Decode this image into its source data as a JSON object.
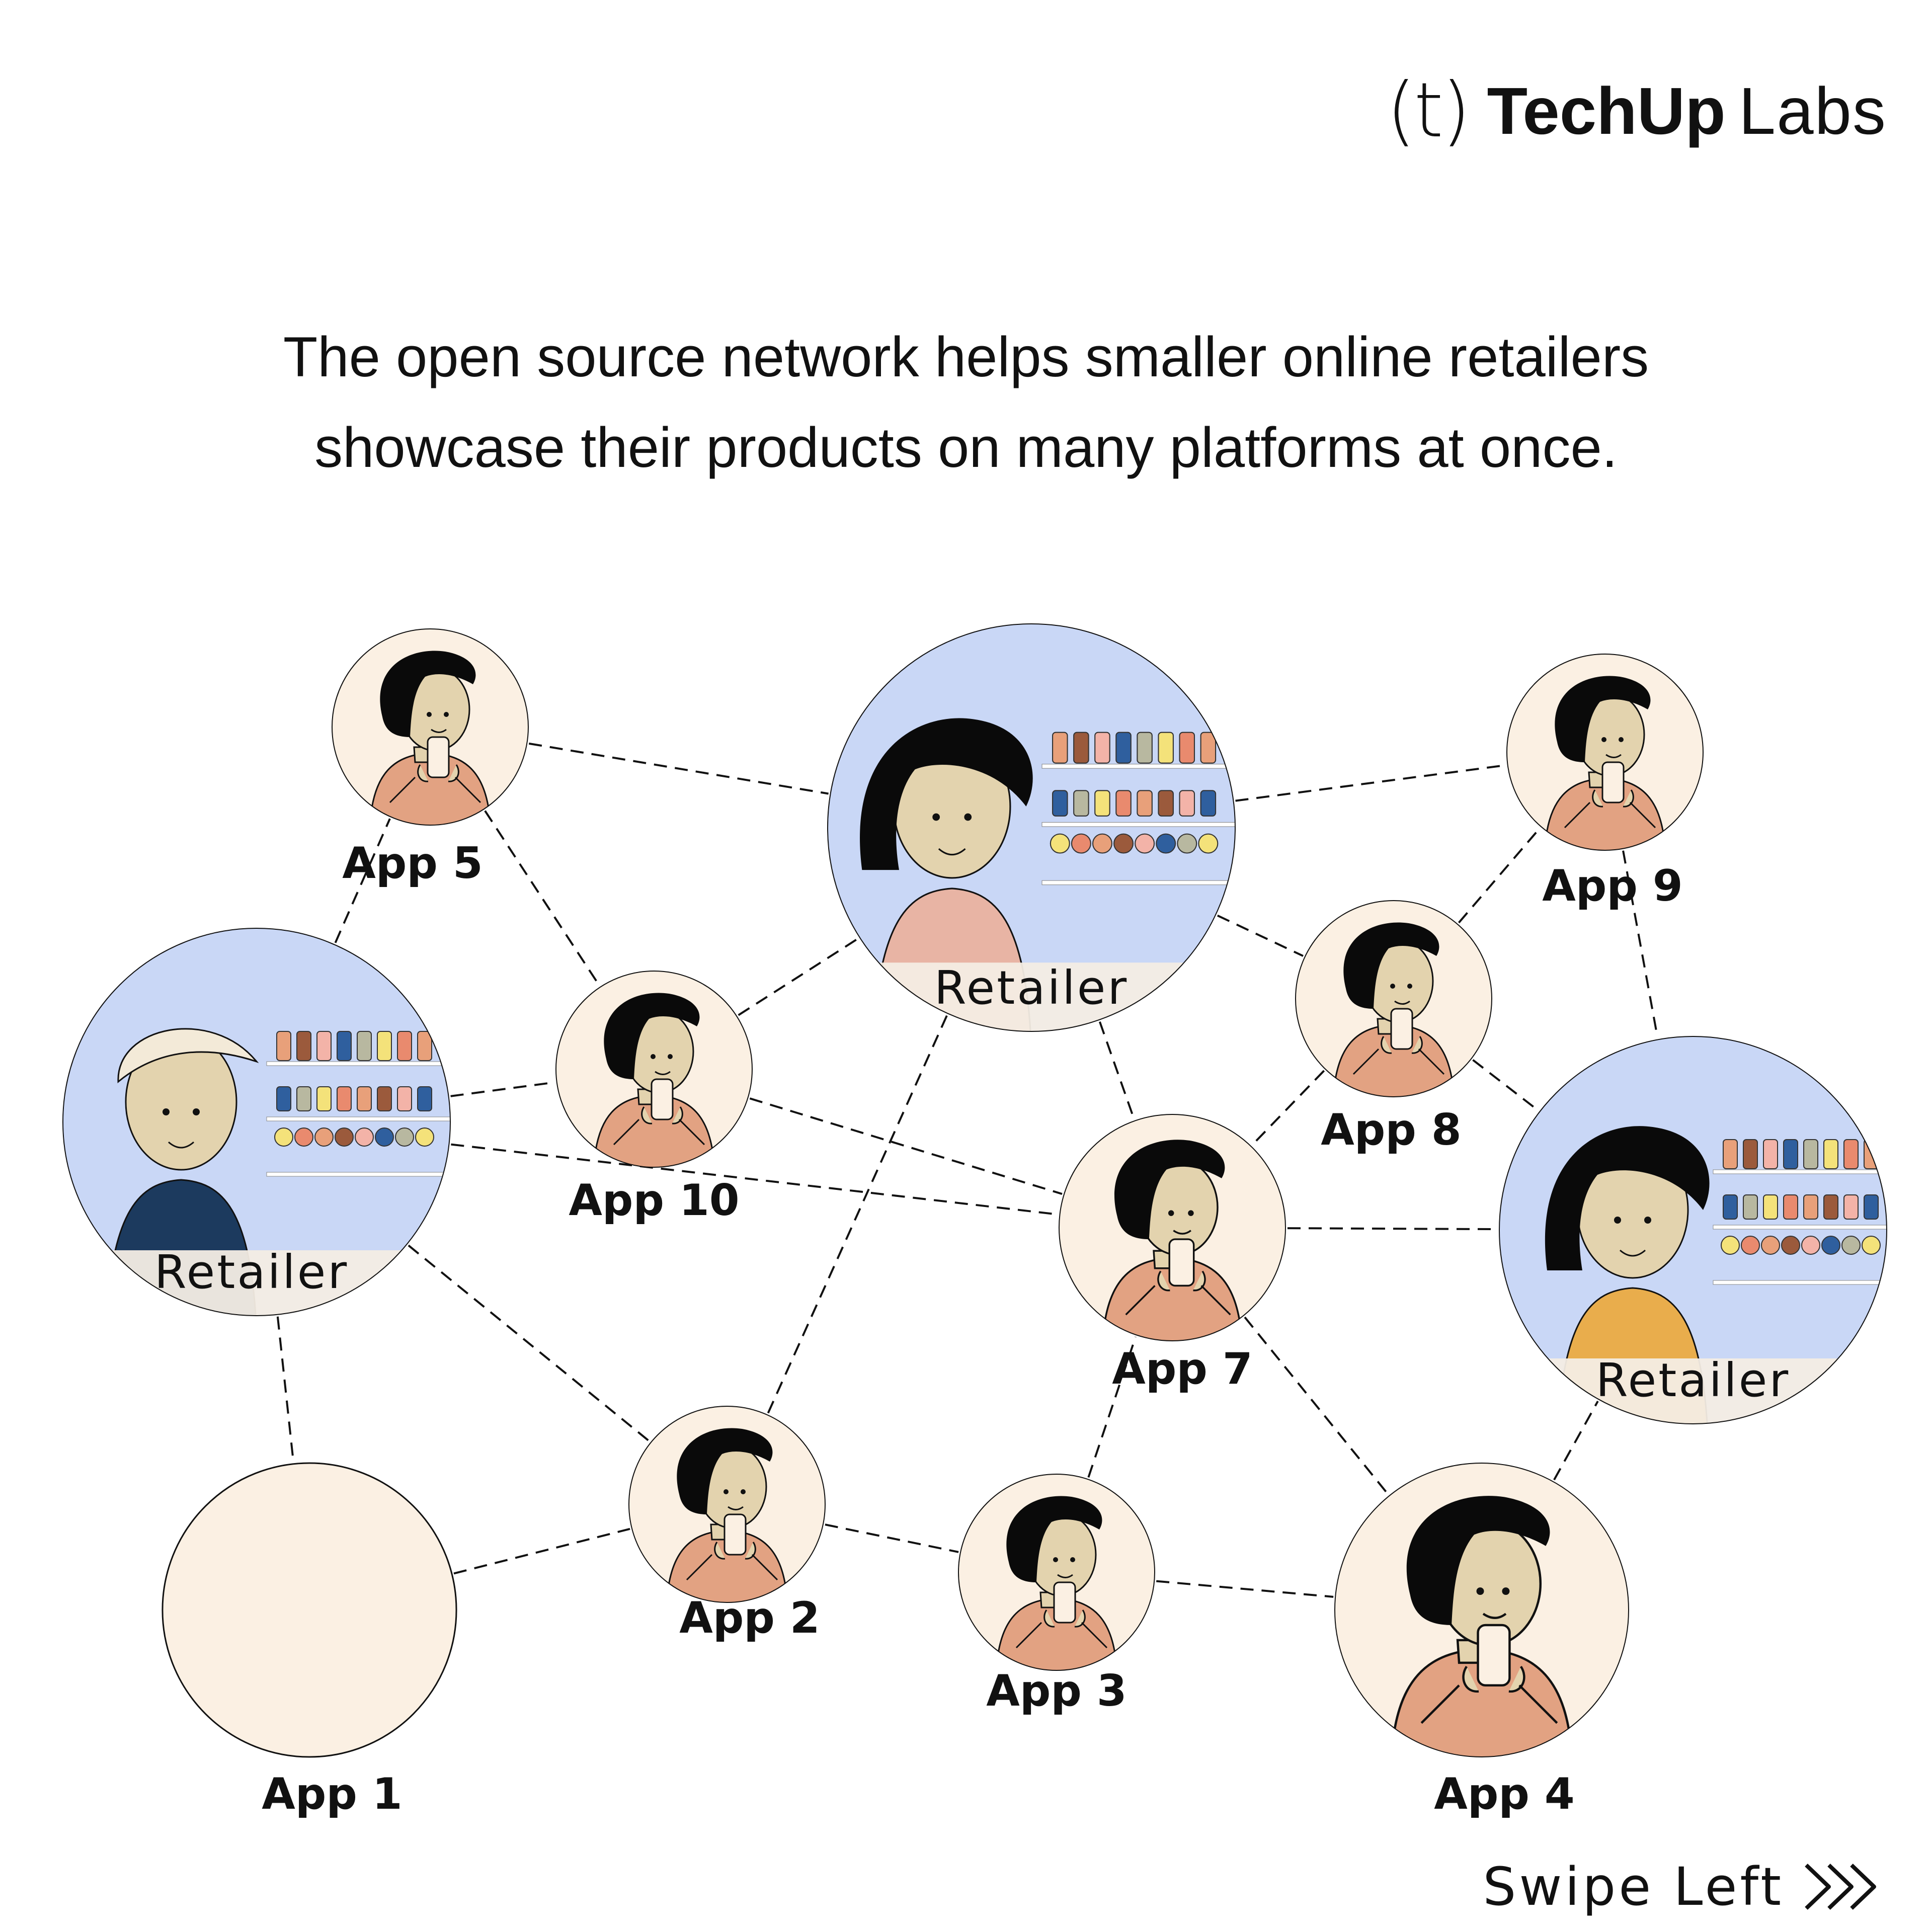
{
  "brand": {
    "mark": "(t)",
    "name_bold": "TechUp",
    "name_light": "Labs"
  },
  "headline": {
    "line1": "The open source network helps smaller online retailers",
    "line2": "showcase their products on many platforms at once."
  },
  "footer": {
    "swipe_label": "Swipe Left",
    "swipe_icon": "triple-chevron-right-icon"
  },
  "colors": {
    "bg": "#ffffff",
    "app_fill": "#fbf0e3",
    "retailer_fill": "#c9d7f6",
    "skin": "#e3d3ae",
    "shirt": "#e2a282",
    "hair": "#0a0a0a",
    "line": "#111111"
  },
  "diagram": {
    "nodes": [
      {
        "id": "app1",
        "kind": "app",
        "label": "App 1"
      },
      {
        "id": "app2",
        "kind": "app",
        "label": "App 2"
      },
      {
        "id": "app3",
        "kind": "app",
        "label": "App 3"
      },
      {
        "id": "app4",
        "kind": "app",
        "label": "App 4"
      },
      {
        "id": "app5",
        "kind": "app",
        "label": "App 5"
      },
      {
        "id": "app7",
        "kind": "app",
        "label": "App 7"
      },
      {
        "id": "app8",
        "kind": "app",
        "label": "App 8"
      },
      {
        "id": "app9",
        "kind": "app",
        "label": "App 9"
      },
      {
        "id": "app10",
        "kind": "app",
        "label": "App 10"
      },
      {
        "id": "retailer_left",
        "kind": "retailer",
        "label": "Retailer"
      },
      {
        "id": "retailer_top",
        "kind": "retailer",
        "label": "Retailer"
      },
      {
        "id": "retailer_right",
        "kind": "retailer",
        "label": "Retailer"
      }
    ],
    "edges": [
      [
        "retailer_left",
        "app5"
      ],
      [
        "retailer_left",
        "app10"
      ],
      [
        "retailer_left",
        "app7"
      ],
      [
        "retailer_left",
        "app2"
      ],
      [
        "retailer_left",
        "app1"
      ],
      [
        "app5",
        "retailer_top"
      ],
      [
        "app5",
        "app10"
      ],
      [
        "app10",
        "retailer_top"
      ],
      [
        "app10",
        "app7"
      ],
      [
        "app1",
        "app2"
      ],
      [
        "app2",
        "retailer_top"
      ],
      [
        "app2",
        "app3"
      ],
      [
        "app3",
        "app7"
      ],
      [
        "app3",
        "app4"
      ],
      [
        "retailer_top",
        "app9"
      ],
      [
        "retailer_top",
        "app8"
      ],
      [
        "retailer_top",
        "app7"
      ],
      [
        "app8",
        "app9"
      ],
      [
        "app8",
        "app7"
      ],
      [
        "app8",
        "retailer_right"
      ],
      [
        "app9",
        "retailer_right"
      ],
      [
        "app7",
        "retailer_right"
      ],
      [
        "app7",
        "app4"
      ],
      [
        "app4",
        "retailer_right"
      ]
    ]
  }
}
